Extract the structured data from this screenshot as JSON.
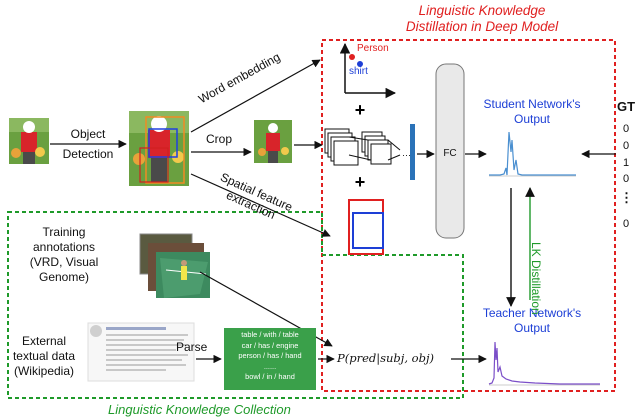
{
  "titles": {
    "deep_model": "Linguistic Knowledge\nDistillation in Deep Model",
    "collection": "Linguistic Knowledge Collection"
  },
  "steps": {
    "object_detection": "Object\nDetection",
    "crop": "Crop",
    "word_embedding": "Word embedding",
    "spatial_feature": "Spatial feature\nextraction",
    "parse": "Parse",
    "fc": "FC",
    "lk_distillation": "LK Distillation"
  },
  "embedding": {
    "subject": "Person",
    "object": "shirt"
  },
  "outputs": {
    "student": "Student Network's\nOutput",
    "teacher": "Teacher Network's\nOutput"
  },
  "ground_truth": {
    "label": "GT",
    "digits": [
      "0",
      "0",
      "1",
      "0",
      "⋮",
      "0"
    ]
  },
  "sources": {
    "training": "Training\nannotations\n(VRD, Visual\nGenome)",
    "external": "External\ntextual data\n(Wikipedia)"
  },
  "triples": [
    "table / with / table",
    "car / has / engine",
    "person / has / hand",
    "......",
    "bowl / in / hand"
  ],
  "formula": "P(pred|subj, obj)",
  "colors": {
    "red": "#e02020",
    "green": "#1f9a2a",
    "blue": "#1d3fd6",
    "plot": "#4a8fd0",
    "teacher_plot": "#7b4fc8",
    "bar": "#2a72b8"
  },
  "icons": [
    "photo-person-icon",
    "detection-photo-icon",
    "cropped-person-icon",
    "conv-layers-icon",
    "tennis-photo-icon",
    "wikipedia-page-icon",
    "embedding-axes-icon",
    "spatial-mask-icon"
  ]
}
